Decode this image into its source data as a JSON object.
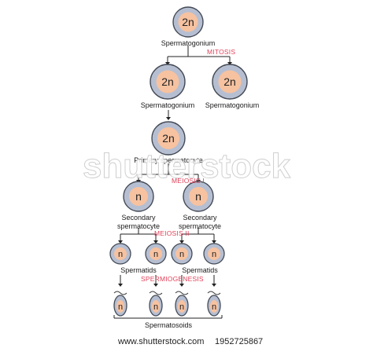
{
  "labels": {
    "spermatogonium_top": "Spermatogonium",
    "mitosis": "MITOSIS",
    "spermatogonium_left": "Spermatogonium",
    "spermatogonium_right": "Spermatogonium",
    "primary_spermatocyte": "Primary spermatocyte",
    "meiosis_1": "MEIOSIS I",
    "secondary_left_line1": "Secondary",
    "secondary_left_line2": "spermatocyte",
    "secondary_right_line1": "Secondary",
    "secondary_right_line2": "spermatocyte",
    "meiosis_2": "MEIOSIS II",
    "spermatids_left": "Spermatids",
    "spermatids_right": "Spermatids",
    "spermiogenesis": "SPERMIOGENESIS",
    "spermatozoids": "Spermatosoids"
  },
  "ploidy": {
    "diploid": "2n",
    "haploid": "n"
  },
  "watermark": {
    "text": "shutterstock"
  },
  "footer": {
    "url": "www.shutterstock.com",
    "image_id": "1952725867"
  },
  "colors": {
    "cell_outer": "#b6bfd2",
    "cell_inner": "#f7c2a0",
    "cell_stroke": "#444a55",
    "stage_label": "#e0425a",
    "line": "#222222"
  }
}
